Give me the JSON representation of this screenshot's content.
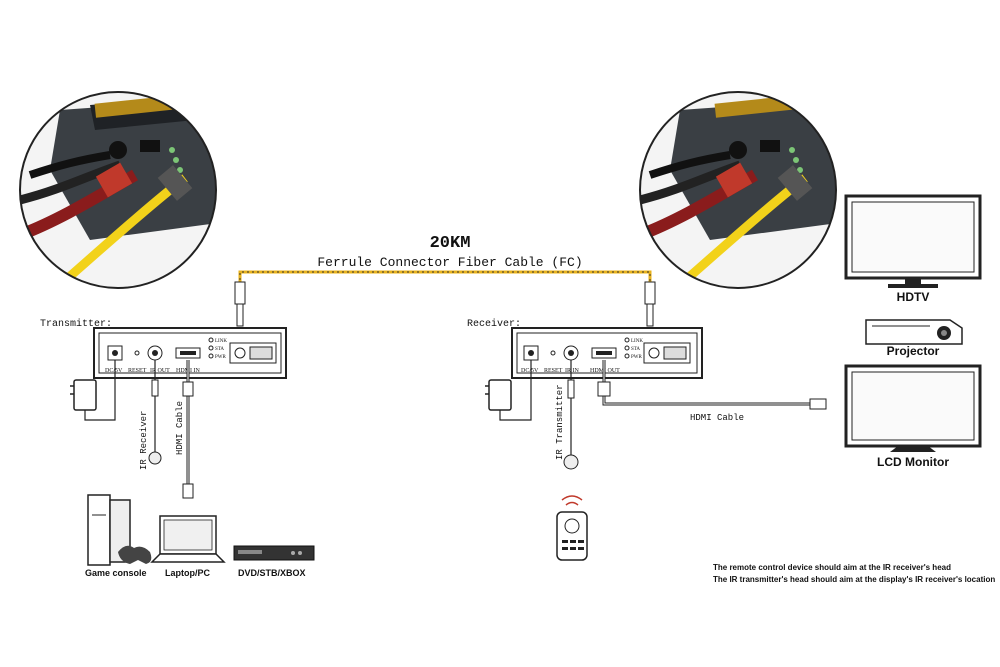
{
  "fiber": {
    "distance": "20KM",
    "cable_label": "Ferrule Connector Fiber Cable (FC)"
  },
  "transmitter": {
    "title": "Transmitter:",
    "dc_label": "DC/5V",
    "reset_label": "RESET",
    "ir_label": "IR OUT",
    "hdmi_label": "HDMI IN",
    "led_link": "LINK",
    "led_sta": "STA",
    "led_pwr": "PWR",
    "ir_cable_label": "IR Receiver",
    "hdmi_cable_label": "HDMI Cable"
  },
  "receiver": {
    "title": "Receiver:",
    "dc_label": "DC/5V",
    "reset_label": "RESET",
    "ir_label": "IR IN",
    "hdmi_label": "HDMI OUT",
    "led_link": "LINK",
    "led_sta": "STA",
    "led_pwr": "PWR",
    "ir_cable_label": "IR Transmitter",
    "hdmi_cable_label": "HDMI Cable"
  },
  "sources": {
    "game": "Game console",
    "laptop": "Laptop/PC",
    "dvd": "DVD/STB/XBOX"
  },
  "displays": {
    "hdtv": "HDTV",
    "projector": "Projector",
    "lcd": "LCD Monitor"
  },
  "notes": {
    "line1": "The remote control device should aim at the IR receiver's head",
    "line2": "The IR transmitter's head should aim at the display's  IR receiver's location"
  },
  "colors": {
    "fiber": "#e8b21a",
    "line": "#333333",
    "box": "#222222"
  }
}
